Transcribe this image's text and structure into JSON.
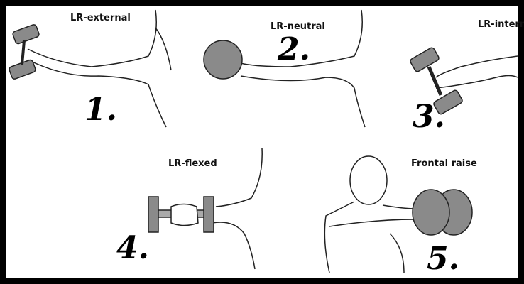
{
  "panels": [
    {
      "label": "LR-external",
      "number": "1."
    },
    {
      "label": "LR-neutral",
      "number": "2."
    },
    {
      "label": "LR-intern",
      "number": "3."
    },
    {
      "label": "LR-flexed",
      "number": "4."
    },
    {
      "label": "Frontal raise",
      "number": "5."
    }
  ],
  "colors": {
    "border": "#000000",
    "background": "#ffffff",
    "dumbbell": "#8a8a8a",
    "outline": "#222222"
  }
}
